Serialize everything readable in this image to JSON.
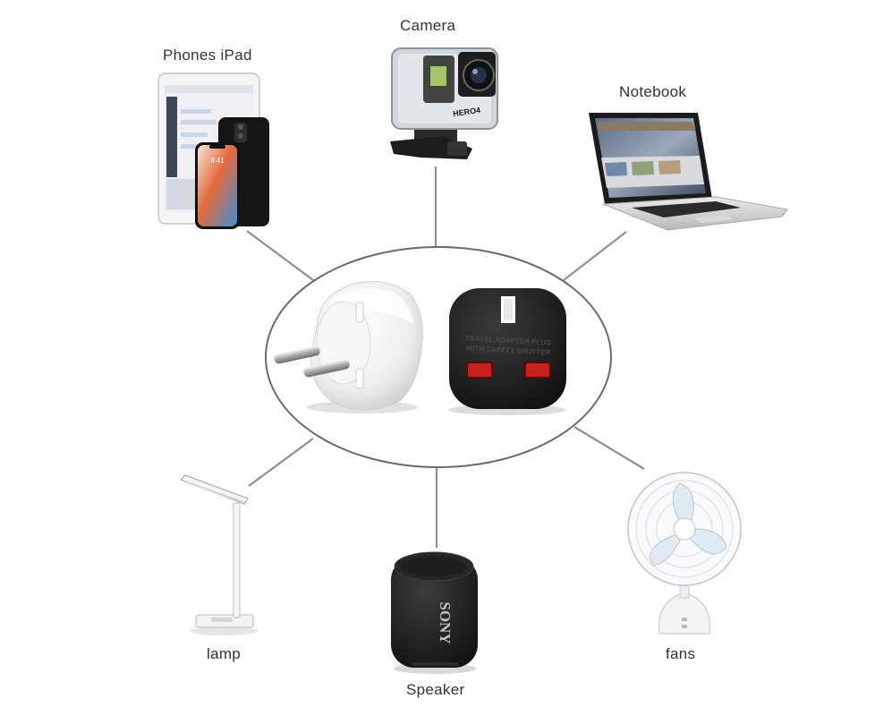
{
  "devices": {
    "phones": "Phones iPad",
    "camera": "Camera",
    "notebook": "Notebook",
    "lamp": "lamp",
    "speaker": "Speaker",
    "fans": "fans"
  },
  "camera_text": "HERO4",
  "speaker_brand": "SONY",
  "adapter_text": {
    "line1": "TRAVEL ADAPTER PLUG",
    "line2": "WITH SAFETY SHUTTER"
  },
  "phone_time": "9:41",
  "colors": {
    "connector_line": "#8f8f8f",
    "label_text": "#333333",
    "socket_body": "#222222",
    "shutter_red": "#c8201c"
  }
}
